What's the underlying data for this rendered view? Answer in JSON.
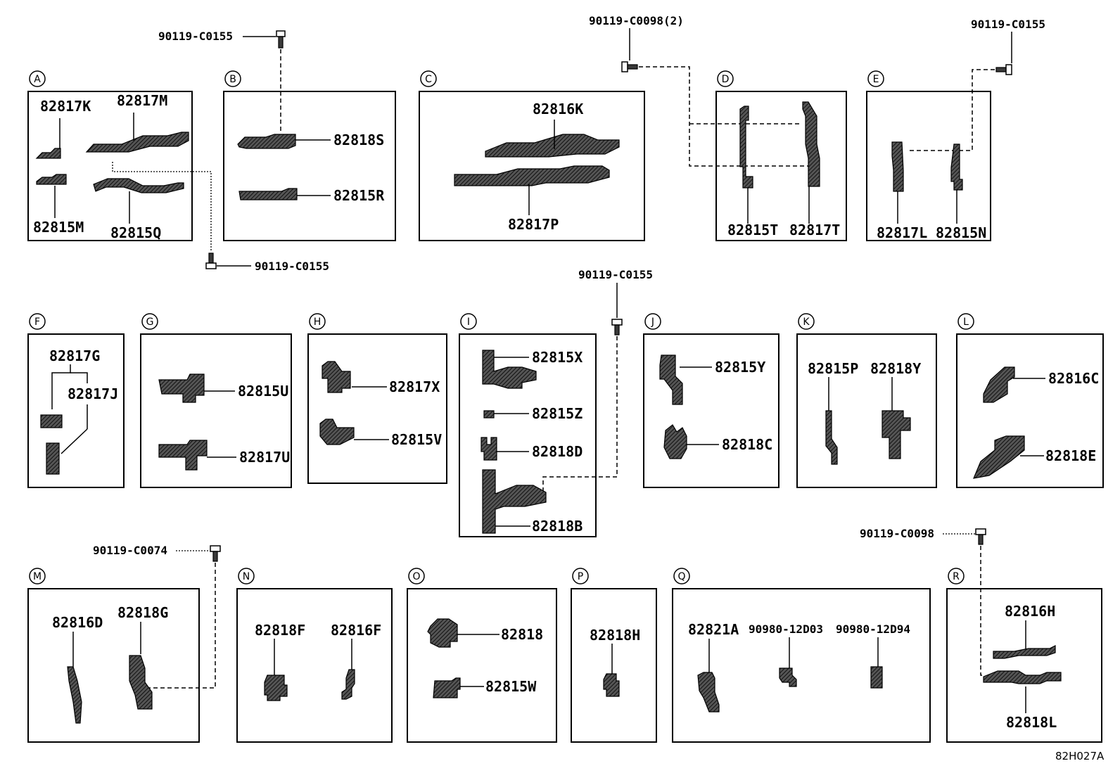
{
  "sections": [
    {
      "letter": "A",
      "parts": [
        "82817K",
        "82817M",
        "82815M",
        "82815Q"
      ]
    },
    {
      "letter": "B",
      "parts": [
        "82818S",
        "82815R"
      ]
    },
    {
      "letter": "C",
      "parts": [
        "82816K",
        "82817P"
      ]
    },
    {
      "letter": "D",
      "parts": [
        "82815T",
        "82817T"
      ]
    },
    {
      "letter": "E",
      "parts": [
        "82817L",
        "82815N"
      ]
    },
    {
      "letter": "F",
      "parts": [
        "82817G",
        "82817J"
      ]
    },
    {
      "letter": "G",
      "parts": [
        "82815U",
        "82817U"
      ]
    },
    {
      "letter": "H",
      "parts": [
        "82817X",
        "82815V"
      ]
    },
    {
      "letter": "I",
      "parts": [
        "82815X",
        "82815Z",
        "82818D",
        "82818B"
      ]
    },
    {
      "letter": "J",
      "parts": [
        "82815Y",
        "82818C"
      ]
    },
    {
      "letter": "K",
      "parts": [
        "82815P",
        "82818Y"
      ]
    },
    {
      "letter": "L",
      "parts": [
        "82816C",
        "82818E"
      ]
    },
    {
      "letter": "M",
      "parts": [
        "82816D",
        "82818G"
      ]
    },
    {
      "letter": "N",
      "parts": [
        "82818F",
        "82816F"
      ]
    },
    {
      "letter": "O",
      "parts": [
        "82818",
        "82815W"
      ]
    },
    {
      "letter": "P",
      "parts": [
        "82818H"
      ]
    },
    {
      "letter": "Q",
      "parts": [
        "82821A",
        "90980-12D03",
        "90980-12D94"
      ]
    },
    {
      "letter": "R",
      "parts": [
        "82816H",
        "82818L"
      ]
    }
  ],
  "bolts": {
    "top_a": "90119-C0155",
    "bottom_a": "90119-C0155",
    "d": "90119-C0098(2)",
    "e": "90119-C0155",
    "i": "90119-C0155",
    "m": "90119-C0074",
    "r": "90119-C0098"
  },
  "diagram_code": "82H027A"
}
